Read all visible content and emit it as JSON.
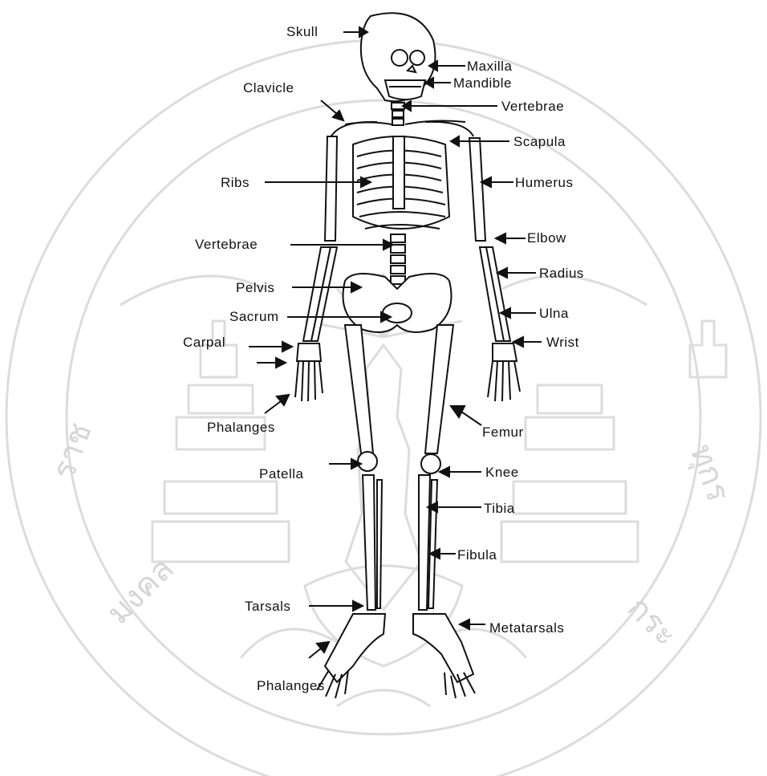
{
  "diagram": {
    "labels": {
      "skull": "Skull",
      "maxilla": "Maxilla",
      "mandible": "Mandible",
      "clavicle": "Clavicle",
      "vertebrae_neck": "Vertebrae",
      "scapula": "Scapula",
      "ribs": "Ribs",
      "humerus": "Humerus",
      "vertebrae_spine": "Vertebrae",
      "elbow": "Elbow",
      "pelvis": "Pelvis",
      "radius": "Radius",
      "sacrum": "Sacrum",
      "ulna": "Ulna",
      "carpal": "Carpal",
      "wrist": "Wrist",
      "phalanges_hand": "Phalanges",
      "femur": "Femur",
      "patella": "Patella",
      "knee": "Knee",
      "tibia": "Tibia",
      "fibula": "Fibula",
      "tarsals": "Tarsals",
      "metatarsals": "Metatarsals",
      "phalanges_foot": "Phalanges"
    },
    "colors": {
      "ink": "#111111",
      "watermark": "#d9d9d9"
    },
    "watermark_icon": "university-seal-watermark"
  }
}
